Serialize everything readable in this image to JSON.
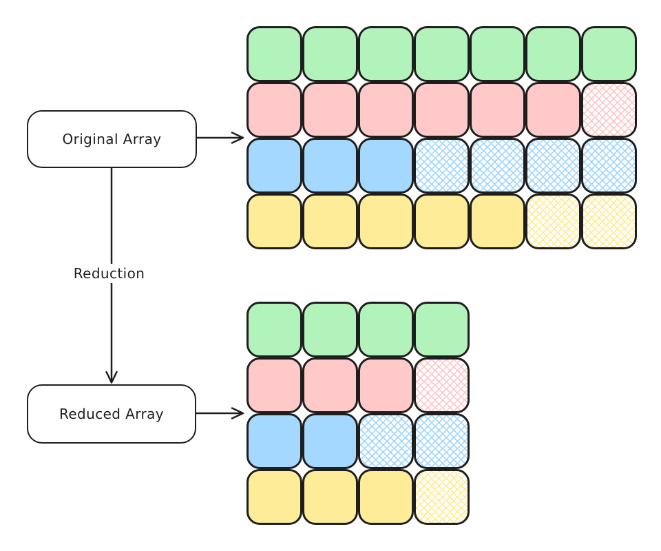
{
  "nodes": {
    "original_label": "Original Array",
    "reduced_label": "Reduced Array",
    "reduction_label": "Reduction"
  },
  "colors": {
    "green": "#b2f2bb",
    "pink": "#ffc9c9",
    "blue": "#a5d8ff",
    "yellow": "#ffec99",
    "stroke": "#1e1e1e",
    "background": "#ffffff"
  },
  "original_grid": {
    "rows": 4,
    "cols": 7,
    "cells": [
      [
        {
          "color": "green",
          "fill": "solid"
        },
        {
          "color": "green",
          "fill": "solid"
        },
        {
          "color": "green",
          "fill": "solid"
        },
        {
          "color": "green",
          "fill": "solid"
        },
        {
          "color": "green",
          "fill": "solid"
        },
        {
          "color": "green",
          "fill": "solid"
        },
        {
          "color": "green",
          "fill": "solid"
        }
      ],
      [
        {
          "color": "pink",
          "fill": "solid"
        },
        {
          "color": "pink",
          "fill": "solid"
        },
        {
          "color": "pink",
          "fill": "solid"
        },
        {
          "color": "pink",
          "fill": "solid"
        },
        {
          "color": "pink",
          "fill": "solid"
        },
        {
          "color": "pink",
          "fill": "solid"
        },
        {
          "color": "pink",
          "fill": "hatch"
        }
      ],
      [
        {
          "color": "blue",
          "fill": "solid"
        },
        {
          "color": "blue",
          "fill": "solid"
        },
        {
          "color": "blue",
          "fill": "solid"
        },
        {
          "color": "blue",
          "fill": "hatch"
        },
        {
          "color": "blue",
          "fill": "hatch"
        },
        {
          "color": "blue",
          "fill": "hatch"
        },
        {
          "color": "blue",
          "fill": "hatch"
        }
      ],
      [
        {
          "color": "yellow",
          "fill": "solid"
        },
        {
          "color": "yellow",
          "fill": "solid"
        },
        {
          "color": "yellow",
          "fill": "solid"
        },
        {
          "color": "yellow",
          "fill": "solid"
        },
        {
          "color": "yellow",
          "fill": "solid"
        },
        {
          "color": "yellow",
          "fill": "hatch"
        },
        {
          "color": "yellow",
          "fill": "hatch"
        }
      ]
    ]
  },
  "reduced_grid": {
    "rows": 4,
    "cols": 4,
    "cells": [
      [
        {
          "color": "green",
          "fill": "solid"
        },
        {
          "color": "green",
          "fill": "solid"
        },
        {
          "color": "green",
          "fill": "solid"
        },
        {
          "color": "green",
          "fill": "solid"
        }
      ],
      [
        {
          "color": "pink",
          "fill": "solid"
        },
        {
          "color": "pink",
          "fill": "solid"
        },
        {
          "color": "pink",
          "fill": "solid"
        },
        {
          "color": "pink",
          "fill": "hatch"
        }
      ],
      [
        {
          "color": "blue",
          "fill": "solid"
        },
        {
          "color": "blue",
          "fill": "solid"
        },
        {
          "color": "blue",
          "fill": "hatch"
        },
        {
          "color": "blue",
          "fill": "hatch"
        }
      ],
      [
        {
          "color": "yellow",
          "fill": "solid"
        },
        {
          "color": "yellow",
          "fill": "solid"
        },
        {
          "color": "yellow",
          "fill": "solid"
        },
        {
          "color": "yellow",
          "fill": "hatch"
        }
      ]
    ]
  }
}
